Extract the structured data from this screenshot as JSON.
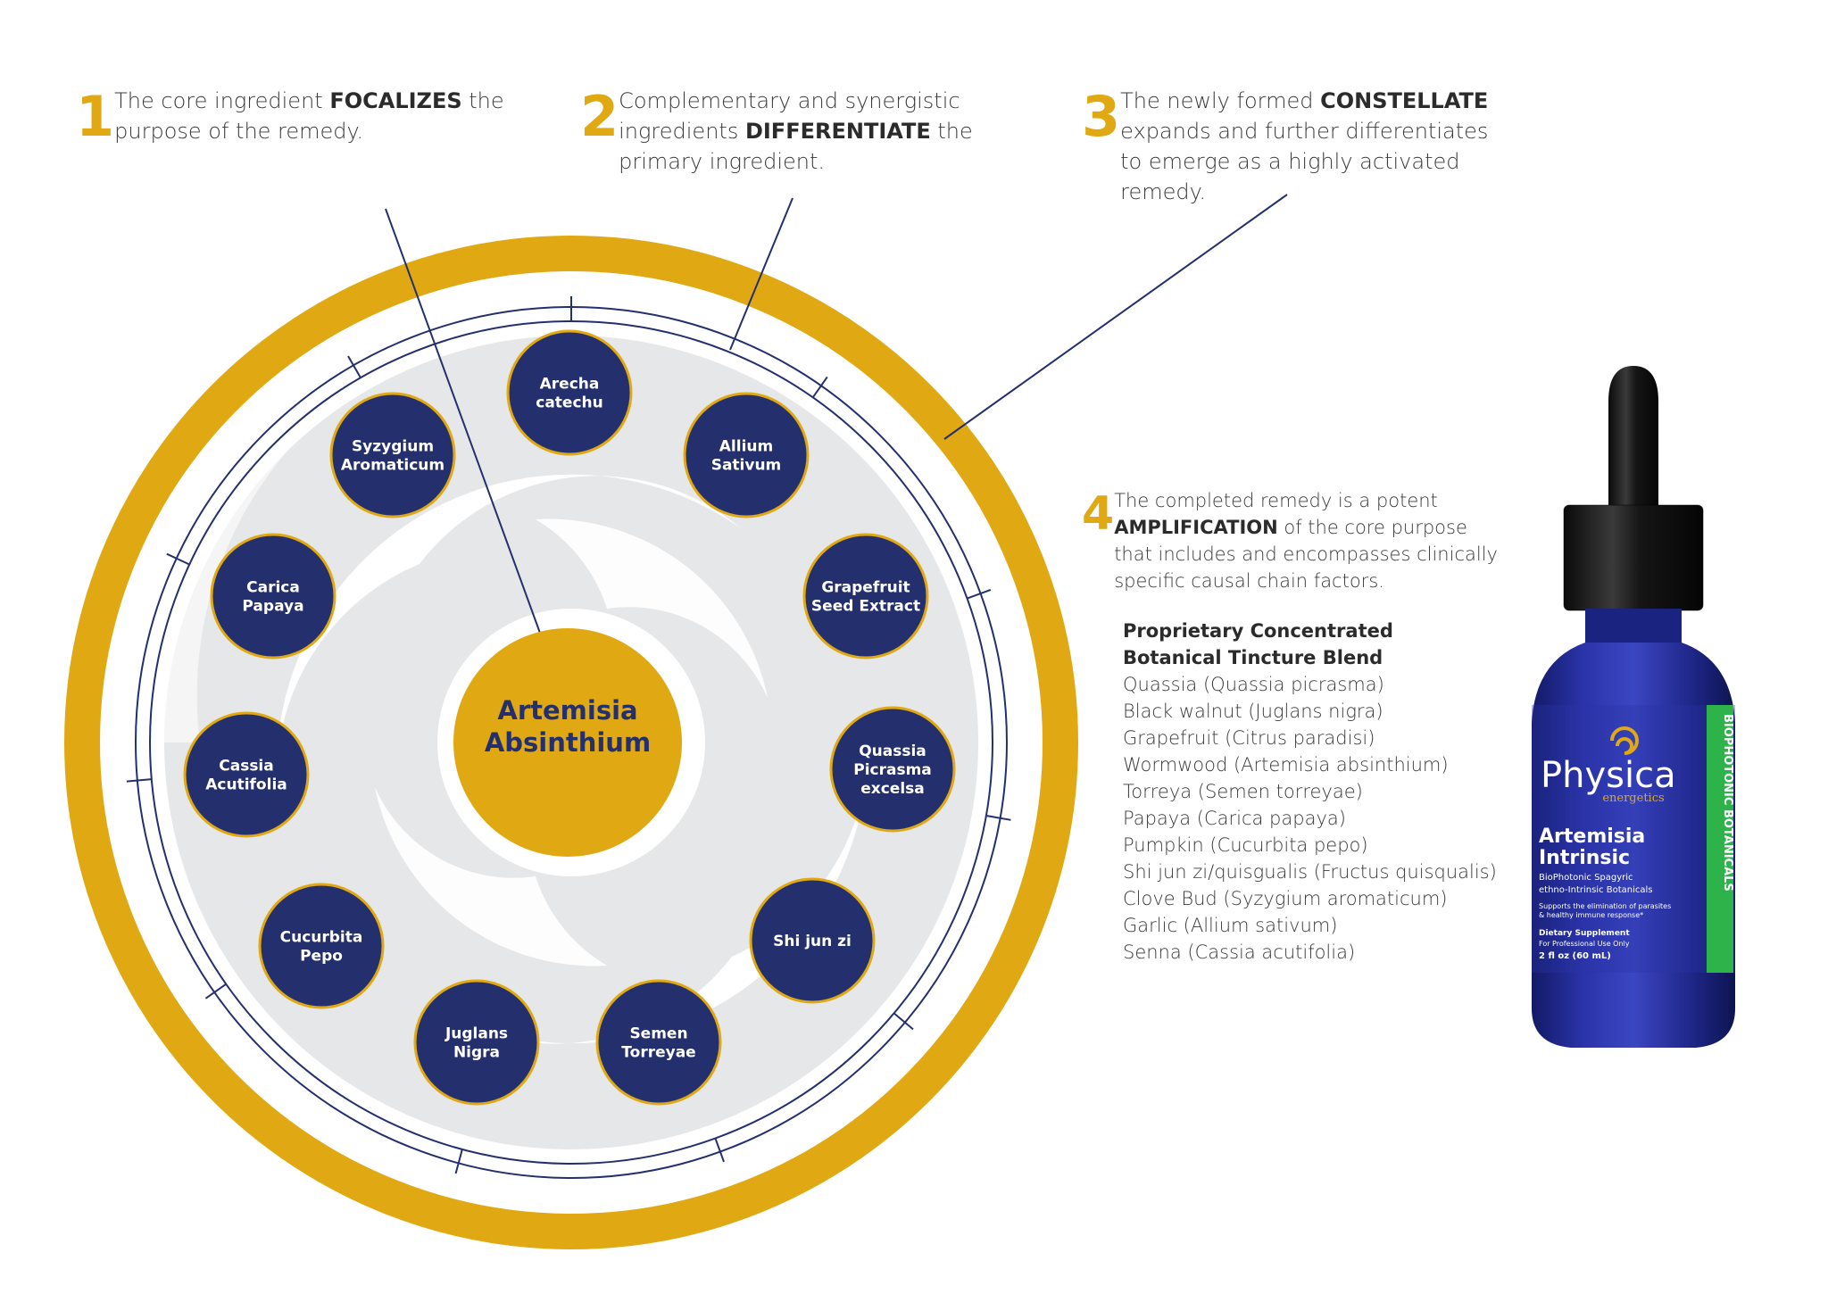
{
  "steps": [
    {
      "number": "1",
      "pre": "The core ingredient ",
      "bold": "FOCALIZES",
      "post": " the purpose of the remedy."
    },
    {
      "number": "2",
      "pre": "Complementary and synergistic ingredients ",
      "bold": "DIFFERENTIATE",
      "post": " the primary ingredient."
    },
    {
      "number": "3",
      "pre": "The newly formed ",
      "bold": "CONSTELLATE",
      "post": " expands and further differentiates to emerge as a highly activated remedy."
    },
    {
      "number": "4",
      "pre": "The completed remedy is a potent ",
      "bold": "AMPLIFICATION",
      "post": " of the core purpose that includes and encompasses clinically specific causal chain factors."
    }
  ],
  "center": {
    "line1": "Artemisia",
    "line2": "Absinthium"
  },
  "nodes": [
    {
      "line1": "Arecha",
      "line2": "catechu"
    },
    {
      "line1": "Allium",
      "line2": "Sativum"
    },
    {
      "line1": "Grapefruit",
      "line2": "Seed Extract"
    },
    {
      "line1": "Quassia",
      "line2": "Picrasma",
      "line3": "excelsa"
    },
    {
      "line1": "Shi jun zi"
    },
    {
      "line1": "Semen",
      "line2": "Torreyae"
    },
    {
      "line1": "Juglans",
      "line2": "Nigra"
    },
    {
      "line1": "Cucurbita",
      "line2": "Pepo"
    },
    {
      "line1": "Cassia",
      "line2": "Acutifolia"
    },
    {
      "line1": "Carica",
      "line2": "Papaya"
    },
    {
      "line1": "Syzygium",
      "line2": "Aromaticum"
    }
  ],
  "blend": {
    "title_line1": "Proprietary Concentrated",
    "title_line2": "Botanical Tincture Blend",
    "items": [
      "Quassia (Quassia picrasma)",
      "Black walnut (Juglans nigra)",
      "Grapefruit (Citrus paradisi)",
      "Wormwood (Artemisia absinthium)",
      "Torreya (Semen torreyae)",
      "Papaya (Carica papaya)",
      "Pumpkin (Cucurbita pepo)",
      "Shi jun zi/quisgualis (Fructus quisqualis)",
      "Clove Bud (Syzygium aromaticum)",
      "Garlic (Allium sativum)",
      "Senna (Cassia acutifolia)"
    ]
  },
  "bottle": {
    "brand": "Physica",
    "brand_sub": "energetics",
    "product_line1": "Artemisia",
    "product_line2": "Intrinsic",
    "desc_line1": "BioPhotonic Spagyric",
    "desc_line2": "ethno-Intrinsic Botanicals",
    "support_line1": "Supports the elimination of parasites",
    "support_line2": "& healthy immune response*",
    "supplement": "Dietary Supplement",
    "use": "For Professional Use Only",
    "volume": "2 fl oz (60 mL)",
    "side_label": "BIOPHOTONIC BOTANICALS"
  },
  "colors": {
    "gold": "#e0a913",
    "navy": "#24306e",
    "swirl_gray": "#e6e7e8",
    "text": "#3a3a3a",
    "green": "#2db34a"
  }
}
